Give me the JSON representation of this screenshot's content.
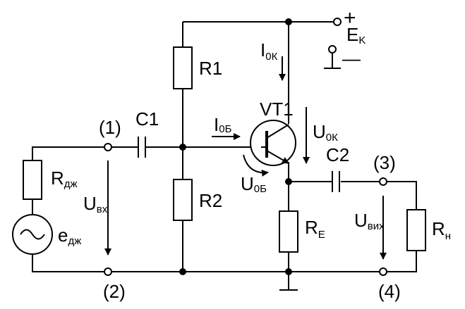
{
  "labels": {
    "c1": "C1",
    "c2": "C2",
    "r1": "R1",
    "r2": "R2",
    "vt1": "VT1",
    "node1": "(1)",
    "node2": "(2)",
    "node3": "(3)",
    "node4": "(4)",
    "plus": "+",
    "minus": "—",
    "ek_main": "E",
    "ek_sub": "K",
    "rdzh_main": "R",
    "rdzh_sub": "дж",
    "edzh_main": "e",
    "edzh_sub": "дж",
    "re_main": "R",
    "re_sub": "E",
    "rn_main": "R",
    "rn_sub": "н",
    "uvx_main": "U",
    "uvx_sub": "вх",
    "uvyx_main": "U",
    "uvyx_sub": "вих",
    "i0k_main": "I",
    "i0k_sub": "0К",
    "i0b_main": "I",
    "i0b_sub": "0Б",
    "u0k_main": "U",
    "u0k_sub": "0К",
    "u0b_main": "U",
    "u0b_sub": "0Б"
  }
}
